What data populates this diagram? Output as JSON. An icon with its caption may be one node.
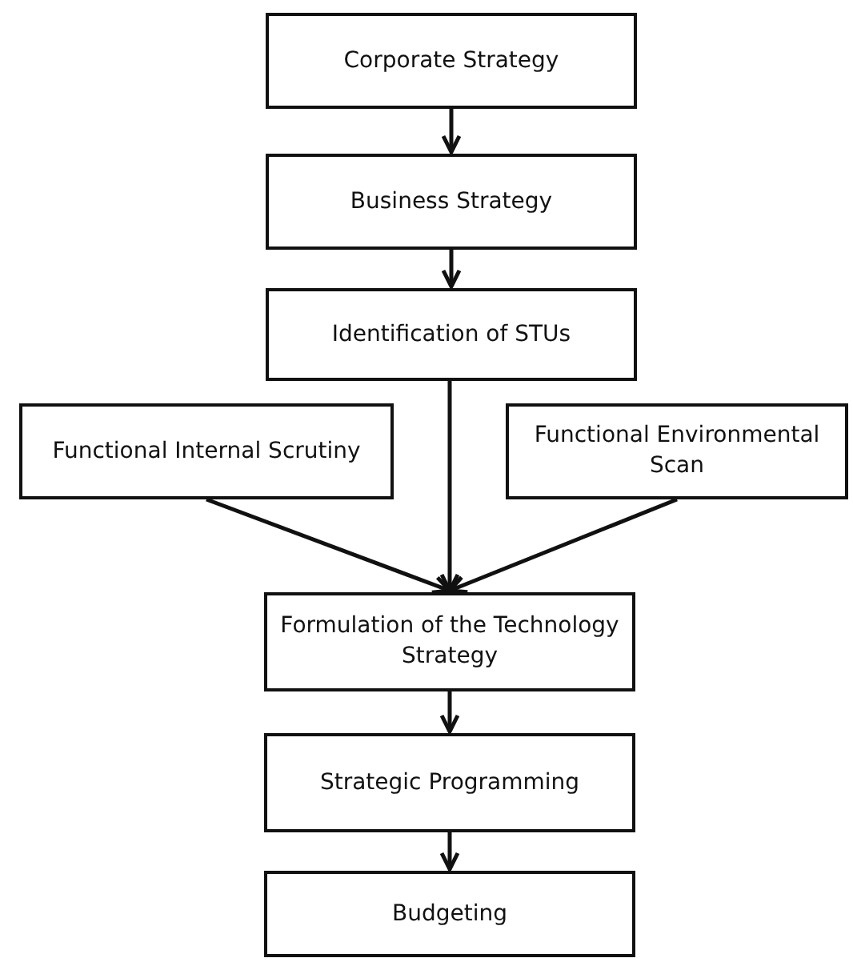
{
  "diagram": {
    "nodes": [
      {
        "text": [
          "Corporate Strategy"
        ]
      },
      {
        "text": [
          "Business Strategy"
        ]
      },
      {
        "text": [
          "Identification of STUs"
        ]
      },
      {
        "text": [
          "Functional Internal Scrutiny"
        ]
      },
      {
        "text": [
          "Functional Environmental Scan"
        ]
      },
      {
        "text": [
          "Formulation of the Technology Strategy"
        ]
      },
      {
        "text": [
          "Strategic Programming"
        ]
      },
      {
        "text": [
          "Budgeting"
        ]
      }
    ],
    "edges": [
      {
        "from": 0,
        "to": 1,
        "arrow": "to"
      },
      {
        "from": 1,
        "to": 2,
        "arrow": "to"
      },
      {
        "from": 2,
        "to": 5,
        "arrow": "to"
      },
      {
        "from": 3,
        "to": 5,
        "arrow": "to"
      },
      {
        "from": 4,
        "to": 5,
        "arrow": "to"
      },
      {
        "from": 5,
        "to": 6,
        "arrow": "to"
      },
      {
        "from": 6,
        "to": 7,
        "arrow": "to"
      }
    ]
  }
}
